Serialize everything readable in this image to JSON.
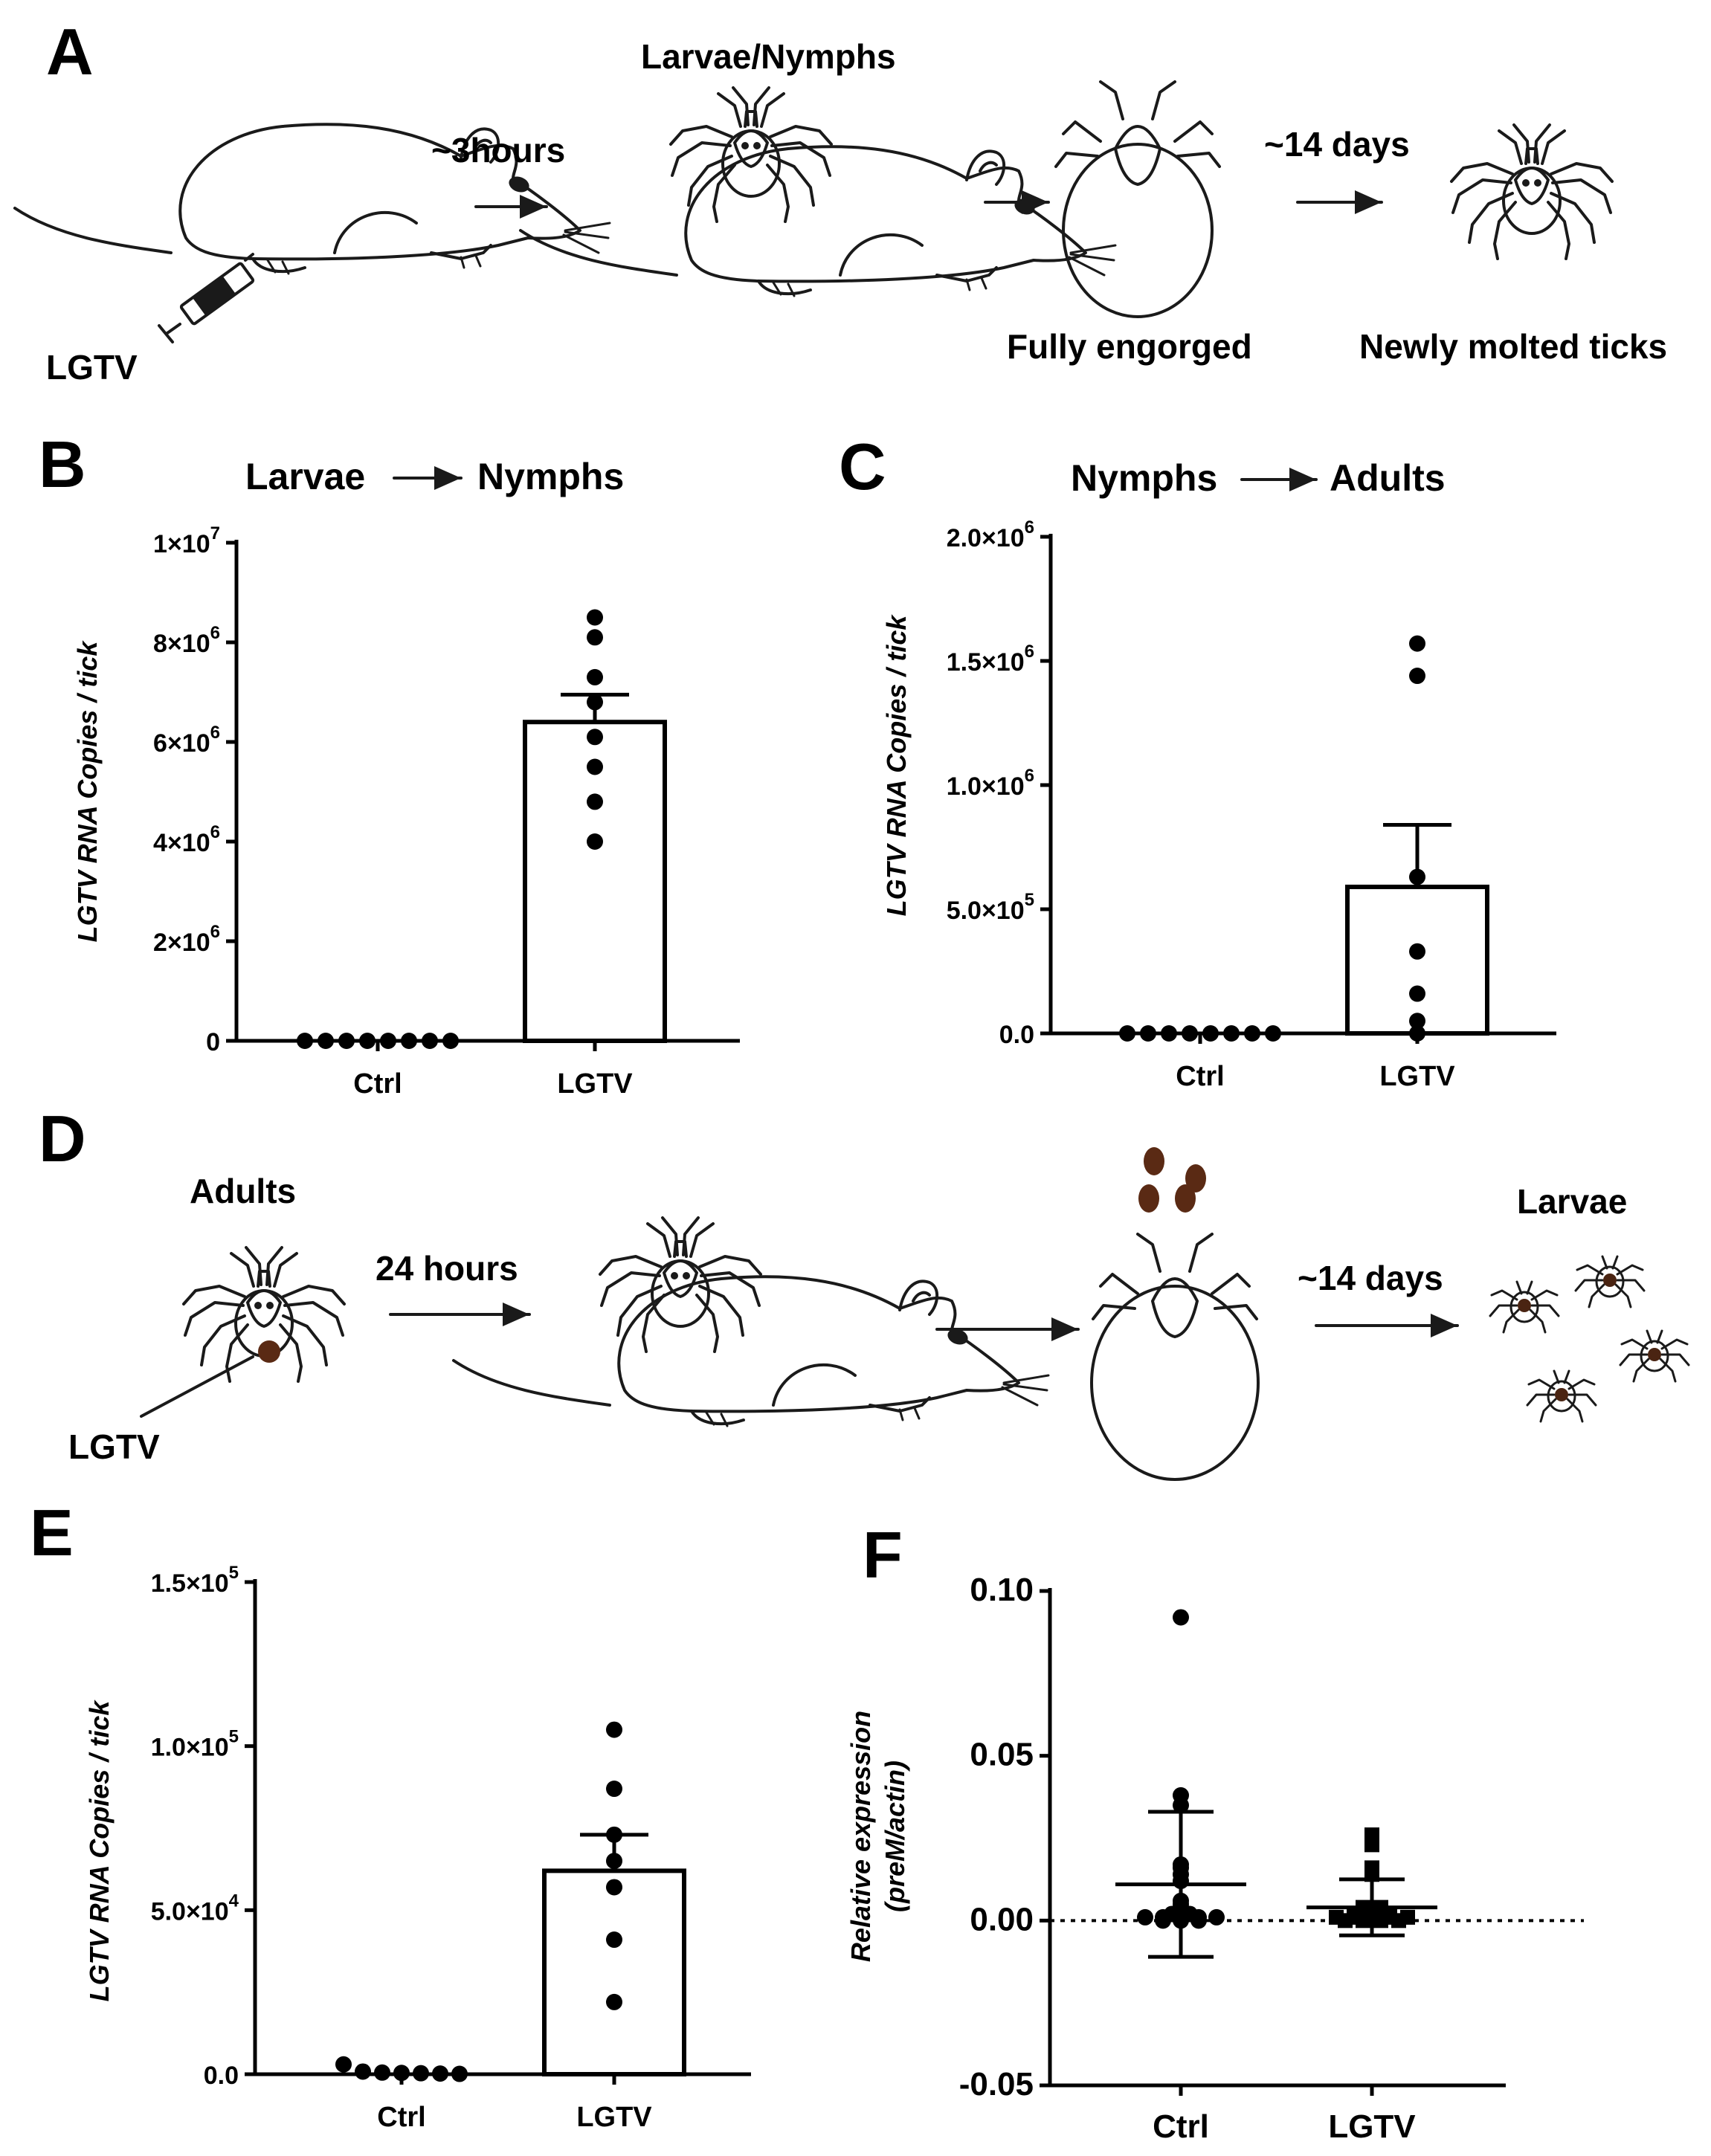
{
  "panels": {
    "A": {
      "label": "A",
      "stage_top": "Larvae/Nymphs",
      "time1": "~3hours",
      "time2": "~14 days",
      "inject": "LGTV",
      "engorged": "Fully engorged",
      "molted": "Newly molted ticks"
    },
    "B": {
      "label": "B",
      "title_left": "Larvae",
      "title_right": "Nymphs"
    },
    "C": {
      "label": "C",
      "title_left": "Nymphs",
      "title_right": "Adults"
    },
    "D": {
      "label": "D",
      "adults": "Adults",
      "time1": "24 hours",
      "time2": "~14 days",
      "larvae": "Larvae",
      "inject": "LGTV"
    },
    "E": {
      "label": "E"
    },
    "F": {
      "label": "F"
    }
  },
  "colors": {
    "ink": "#1a1a1a",
    "egg": "#5a2a14"
  },
  "icons": [
    "syringe-icon",
    "mouse-icon",
    "tick-icon",
    "engorged-tick-icon",
    "egg-icon"
  ],
  "chart_data": [
    {
      "panel": "B",
      "type": "bar",
      "ylabel": "LGTV RNA Copies / tick",
      "categories": [
        "Ctrl",
        "LGTV"
      ],
      "ylim": [
        0,
        10000000
      ],
      "yticks": [
        {
          "value": 0,
          "mant": "0",
          "exp": ""
        },
        {
          "value": 2000000,
          "mant": "2×10",
          "exp": "6"
        },
        {
          "value": 4000000,
          "mant": "4×10",
          "exp": "6"
        },
        {
          "value": 6000000,
          "mant": "6×10",
          "exp": "6"
        },
        {
          "value": 8000000,
          "mant": "8×10",
          "exp": "6"
        },
        {
          "value": 10000000,
          "mant": "1×10",
          "exp": "7"
        }
      ],
      "bars": [
        {
          "mean": 0,
          "sem": 0,
          "points": [
            0,
            0,
            0,
            0,
            0,
            0,
            0,
            0
          ]
        },
        {
          "mean": 6400000,
          "sem": 550000,
          "points": [
            8500000,
            8100000,
            7300000,
            6800000,
            6100000,
            5500000,
            4800000,
            4000000
          ]
        }
      ]
    },
    {
      "panel": "C",
      "type": "bar",
      "ylabel": "LGTV RNA Copies / tick",
      "categories": [
        "Ctrl",
        "LGTV"
      ],
      "ylim": [
        0,
        2000000
      ],
      "yticks": [
        {
          "value": 0,
          "mant": "0.0",
          "exp": ""
        },
        {
          "value": 500000,
          "mant": "5.0×10",
          "exp": "5"
        },
        {
          "value": 1000000,
          "mant": "1.0×10",
          "exp": "6"
        },
        {
          "value": 1500000,
          "mant": "1.5×10",
          "exp": "6"
        },
        {
          "value": 2000000,
          "mant": "2.0×10",
          "exp": "6"
        }
      ],
      "bars": [
        {
          "mean": 0,
          "sem": 0,
          "points": [
            0,
            0,
            0,
            0,
            0,
            0,
            0,
            0
          ]
        },
        {
          "mean": 590000,
          "sem": 250000,
          "points": [
            1570000,
            1440000,
            630000,
            330000,
            160000,
            50000,
            0
          ]
        }
      ]
    },
    {
      "panel": "E",
      "type": "bar",
      "ylabel": "LGTV RNA Copies / tick",
      "categories": [
        "Ctrl",
        "LGTV"
      ],
      "ylim": [
        0,
        150000
      ],
      "yticks": [
        {
          "value": 0,
          "mant": "0.0",
          "exp": ""
        },
        {
          "value": 50000,
          "mant": "5.0×10",
          "exp": "4"
        },
        {
          "value": 100000,
          "mant": "1.0×10",
          "exp": "5"
        },
        {
          "value": 150000,
          "mant": "1.5×10",
          "exp": "5"
        }
      ],
      "bars": [
        {
          "mean": 0,
          "sem": 0,
          "points": [
            3000,
            800,
            500,
            400,
            300,
            200,
            100
          ]
        },
        {
          "mean": 62000,
          "sem": 11000,
          "points": [
            105000,
            87000,
            73000,
            65000,
            57000,
            41000,
            22000
          ]
        }
      ]
    },
    {
      "panel": "F",
      "type": "scatter",
      "ylabel_line1": "Relative expression",
      "ylabel_line2": "(preM/actin)",
      "categories": [
        "Ctrl",
        "LGTV"
      ],
      "ylim": [
        -0.05,
        0.1
      ],
      "yticks": [
        {
          "value": -0.05,
          "mant": "-0.05",
          "exp": ""
        },
        {
          "value": 0,
          "mant": "0.00",
          "exp": ""
        },
        {
          "value": 0.05,
          "mant": "0.05",
          "exp": ""
        },
        {
          "value": 0.1,
          "mant": "0.10",
          "exp": ""
        }
      ],
      "reference_line": 0,
      "groups": [
        {
          "mean": 0.011,
          "sd": 0.022,
          "marker": "circle",
          "points": [
            0.092,
            0.038,
            0.035,
            0.017,
            0.016,
            0.014,
            0.012,
            0.006,
            0.005,
            0.004,
            0.003,
            0.002,
            0.002,
            0.001,
            0.001,
            0.001,
            0.001,
            0.001,
            0.0,
            0.0,
            0.0
          ]
        },
        {
          "mean": 0.004,
          "sd": 0.0085,
          "marker": "square",
          "points": [
            0.026,
            0.023,
            0.016,
            0.014,
            0.004,
            0.004,
            0.003,
            0.002,
            0.002,
            0.002,
            0.001,
            0.001,
            0.001,
            0.001,
            0.001,
            0.0,
            0.0,
            0.0,
            0.0
          ]
        }
      ]
    }
  ]
}
